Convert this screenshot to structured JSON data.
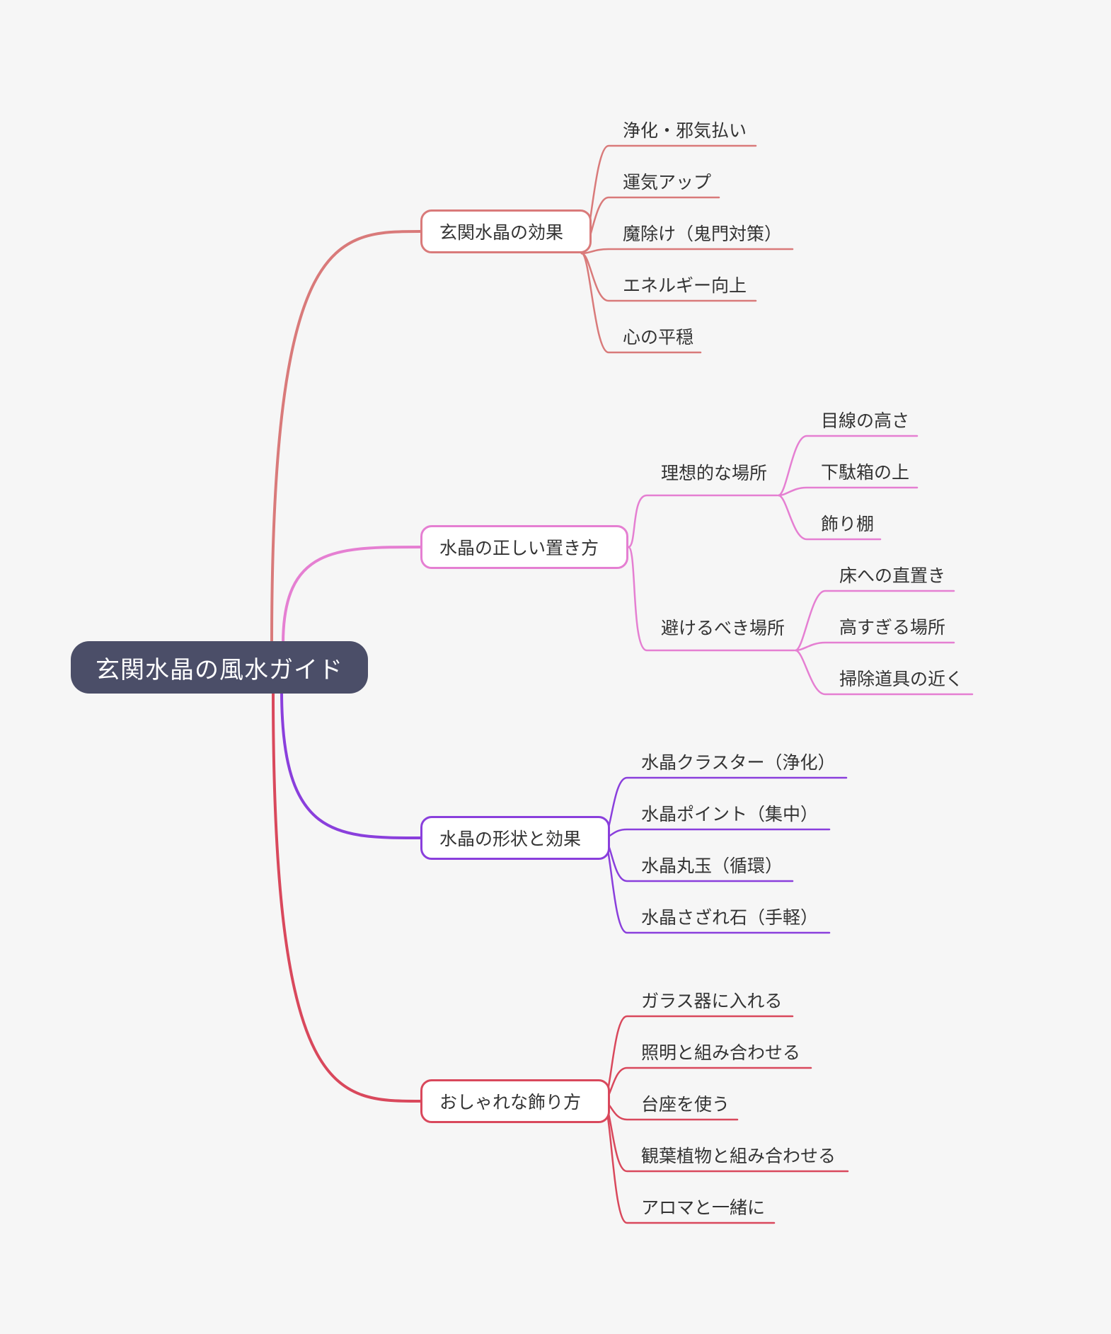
{
  "title": "玄関水晶の風水ガイド",
  "colors": {
    "background": "#f6f6f6",
    "root_fill": "#4b4e68",
    "branch_1": "#d97a7a",
    "branch_2": "#e57fd2",
    "branch_3": "#8a3fdc",
    "branch_4": "#d9485c"
  },
  "branches": [
    {
      "label": "玄関水晶の効果",
      "children": [
        {
          "label": "浄化・邪気払い"
        },
        {
          "label": "運気アップ"
        },
        {
          "label": "魔除け（鬼門対策）"
        },
        {
          "label": "エネルギー向上"
        },
        {
          "label": "心の平穏"
        }
      ]
    },
    {
      "label": "水晶の正しい置き方",
      "children": [
        {
          "label": "理想的な場所",
          "children": [
            {
              "label": "目線の高さ"
            },
            {
              "label": "下駄箱の上"
            },
            {
              "label": "飾り棚"
            }
          ]
        },
        {
          "label": "避けるべき場所",
          "children": [
            {
              "label": "床への直置き"
            },
            {
              "label": "高すぎる場所"
            },
            {
              "label": "掃除道具の近く"
            }
          ]
        }
      ]
    },
    {
      "label": "水晶の形状と効果",
      "children": [
        {
          "label": "水晶クラスター（浄化）"
        },
        {
          "label": "水晶ポイント（集中）"
        },
        {
          "label": "水晶丸玉（循環）"
        },
        {
          "label": "水晶さざれ石（手軽）"
        }
      ]
    },
    {
      "label": "おしゃれな飾り方",
      "children": [
        {
          "label": "ガラス器に入れる"
        },
        {
          "label": "照明と組み合わせる"
        },
        {
          "label": "台座を使う"
        },
        {
          "label": "観葉植物と組み合わせる"
        },
        {
          "label": "アロマと一緒に"
        }
      ]
    }
  ]
}
